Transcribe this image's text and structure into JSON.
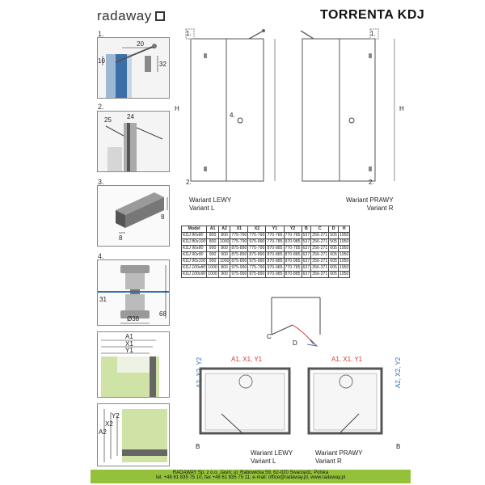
{
  "header": {
    "brand": "radaway",
    "product": "TORRENTA KDJ"
  },
  "steps": {
    "s1": {
      "number": "1.",
      "dims": [
        "20",
        "10",
        "32"
      ]
    },
    "s2": {
      "number": "2.",
      "dims": [
        "25",
        "24"
      ]
    },
    "s3": {
      "number": "3.",
      "dims": [
        "8",
        "8"
      ]
    },
    "s4": {
      "number": "4.",
      "dims": [
        "31",
        "Ø38",
        "68"
      ]
    },
    "s5": {
      "dims": [
        "A1",
        "X1",
        "Y1"
      ]
    },
    "s6": {
      "dims": [
        "A2",
        "X2",
        "Y2"
      ]
    }
  },
  "elevation": {
    "left": {
      "variant_pl": "Wariant LEWY",
      "variant_en": "Variant L",
      "h_label": "H",
      "callouts": [
        "1.",
        "2.",
        "4."
      ]
    },
    "right": {
      "variant_pl": "Wariant PRAWY",
      "variant_en": "Variant R",
      "h_label": "H",
      "callouts": [
        "1.",
        "2."
      ]
    }
  },
  "table": {
    "headers": [
      "Model",
      "A1",
      "A2",
      "X1",
      "X2",
      "Y1",
      "Y2",
      "B",
      "C",
      "D",
      "H"
    ],
    "rows": [
      [
        "KDJ 80x80",
        "800",
        "800",
        "775-790",
        "775-790",
        "770-785",
        "770-785",
        "537",
        "256-271",
        "505",
        "1950"
      ],
      [
        "KDJ 80x100",
        "800",
        "1000",
        "775-790",
        "975-990",
        "770-785",
        "970-985",
        "537",
        "256-271",
        "505",
        "1950"
      ],
      [
        "KDJ 90x80",
        "900",
        "800",
        "875-890",
        "775-790",
        "870-885",
        "770-785",
        "637",
        "256-271",
        "605",
        "1950"
      ],
      [
        "KDJ 90x90",
        "900",
        "900",
        "875-890",
        "875-890",
        "870-885",
        "870-885",
        "637",
        "256-271",
        "605",
        "1950"
      ],
      [
        "KDJ 90x100",
        "900",
        "1000",
        "875-890",
        "975-990",
        "870-885",
        "970-985",
        "637",
        "256-271",
        "605",
        "1950"
      ],
      [
        "KDJ 100x80",
        "1000",
        "800",
        "975-990",
        "775-790",
        "970-985",
        "770-785",
        "637",
        "356-371",
        "605",
        "1950"
      ],
      [
        "KDJ 100x90",
        "1000",
        "900",
        "975-990",
        "875-890",
        "970-985",
        "870-885",
        "637",
        "356-371",
        "605",
        "1950"
      ]
    ]
  },
  "plan": {
    "swing": {
      "c": "C",
      "d": "D"
    },
    "left": {
      "top": "A1, X1, Y1",
      "side": "A2, X2, Y2",
      "b": "B",
      "variant_pl": "Wariant LEWY",
      "variant_en": "Variant L"
    },
    "right": {
      "top": "A1, X1, Y1",
      "side": "A2, X2, Y2",
      "b": "B",
      "variant_pl": "Wariant PRAWY",
      "variant_en": "Variant R"
    }
  },
  "footer": {
    "line1": "RADAWAY Sp. z o.o. Jasin; ul. Rabowicka 59, 62-020 Swarzędz, Polska",
    "line2": "tel. +48 61 835 75 10, fax +48 61 835 75 11, e-mail: office@radaway.pl, www.radaway.pl"
  },
  "colors": {
    "footer_green": "#93c23a",
    "accent_blue": "#2f6fb0",
    "accent_red": "#d9342b",
    "thumb_green": "#cfe3a6"
  }
}
